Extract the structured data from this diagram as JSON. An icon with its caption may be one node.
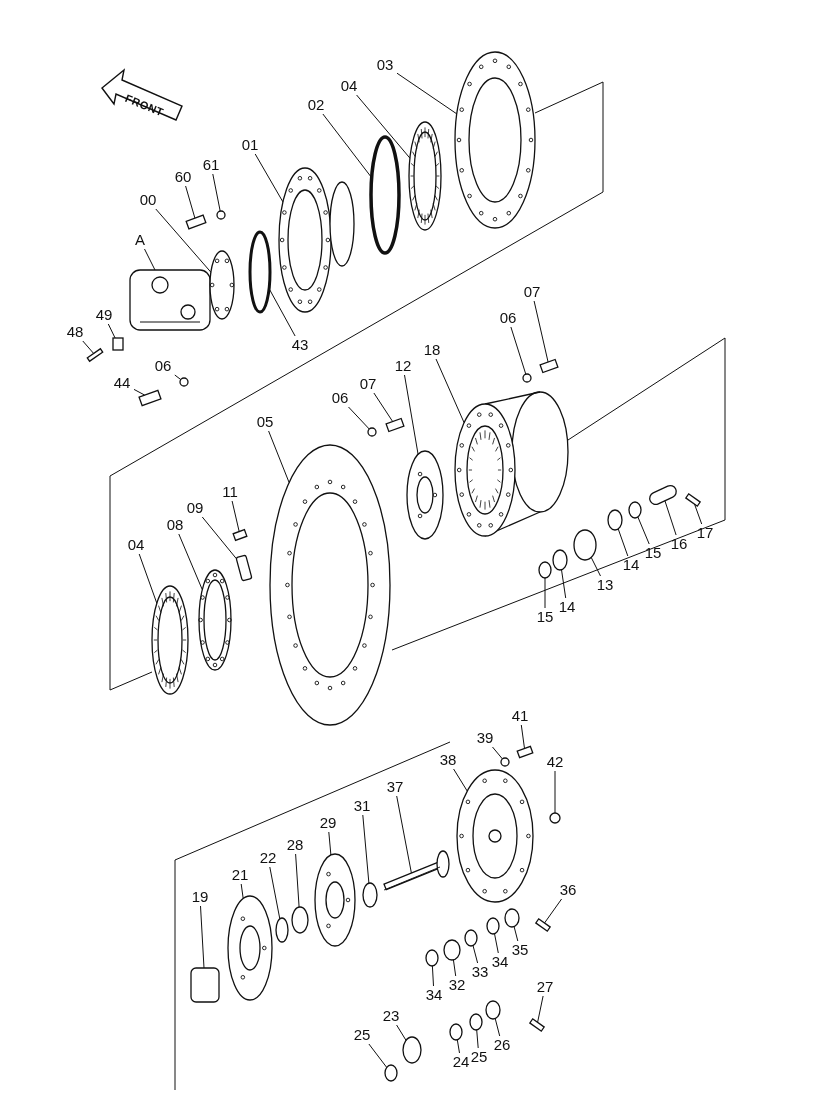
{
  "diagram": {
    "nodes": [
      {
        "text": [
          "00"
        ]
      },
      {
        "text": [
          "A"
        ]
      },
      {
        "text": [
          "60"
        ]
      },
      {
        "text": [
          "61"
        ]
      },
      {
        "text": [
          "01"
        ]
      },
      {
        "text": [
          "02"
        ]
      },
      {
        "text": [
          "04"
        ]
      },
      {
        "text": [
          "03"
        ]
      },
      {
        "text": [
          "43"
        ]
      },
      {
        "text": [
          "49"
        ]
      },
      {
        "text": [
          "48"
        ]
      },
      {
        "text": [
          "06"
        ]
      },
      {
        "text": [
          "44"
        ]
      },
      {
        "text": [
          "07"
        ]
      },
      {
        "text": [
          "06"
        ]
      },
      {
        "text": [
          "18"
        ]
      },
      {
        "text": [
          "12"
        ]
      },
      {
        "text": [
          "07"
        ]
      },
      {
        "text": [
          "06"
        ]
      },
      {
        "text": [
          "05"
        ]
      },
      {
        "text": [
          "11"
        ]
      },
      {
        "text": [
          "09"
        ]
      },
      {
        "text": [
          "08"
        ]
      },
      {
        "text": [
          "04"
        ]
      },
      {
        "text": [
          "17"
        ]
      },
      {
        "text": [
          "16"
        ]
      },
      {
        "text": [
          "15"
        ]
      },
      {
        "text": [
          "14"
        ]
      },
      {
        "text": [
          "13"
        ]
      },
      {
        "text": [
          "14"
        ]
      },
      {
        "text": [
          "15"
        ]
      },
      {
        "text": [
          "41"
        ]
      },
      {
        "text": [
          "39"
        ]
      },
      {
        "text": [
          "38"
        ]
      },
      {
        "text": [
          "42"
        ]
      },
      {
        "text": [
          "37"
        ]
      },
      {
        "text": [
          "31"
        ]
      },
      {
        "text": [
          "29"
        ]
      },
      {
        "text": [
          "28"
        ]
      },
      {
        "text": [
          "22"
        ]
      },
      {
        "text": [
          "21"
        ]
      },
      {
        "text": [
          "19"
        ]
      },
      {
        "text": [
          "36"
        ]
      },
      {
        "text": [
          "35"
        ]
      },
      {
        "text": [
          "34"
        ]
      },
      {
        "text": [
          "33"
        ]
      },
      {
        "text": [
          "32"
        ]
      },
      {
        "text": [
          "34"
        ]
      },
      {
        "text": [
          "27"
        ]
      },
      {
        "text": [
          "26"
        ]
      },
      {
        "text": [
          "25"
        ]
      },
      {
        "text": [
          "24"
        ]
      },
      {
        "text": [
          "23"
        ]
      },
      {
        "text": [
          "25"
        ]
      },
      {
        "text": [],
        "shape": "picture"
      },
      {
        "text": [],
        "shape": "picture"
      },
      {
        "text": [],
        "shape": "box"
      },
      {
        "text": [],
        "shape": "circle"
      },
      {
        "text": [],
        "shape": "picture"
      },
      {
        "text": [],
        "shape": "circle"
      },
      {
        "text": [],
        "shape": "picture"
      },
      {
        "text": [],
        "shape": "picture"
      },
      {
        "text": [],
        "shape": "circle"
      },
      {
        "text": [],
        "shape": "box"
      },
      {
        "text": [],
        "shape": "box"
      },
      {
        "text": [],
        "shape": "circle"
      },
      {
        "text": [],
        "shape": "box"
      },
      {
        "text": [],
        "shape": "box"
      },
      {
        "text": [],
        "shape": "circle"
      },
      {
        "text": [],
        "shape": "picture"
      },
      {
        "text": [],
        "shape": "picture"
      },
      {
        "text": [],
        "shape": "box"
      },
      {
        "text": [],
        "shape": "circle"
      },
      {
        "text": [],
        "shape": "picture"
      },
      {
        "text": [],
        "shape": "box"
      },
      {
        "text": [],
        "shape": "box"
      },
      {
        "text": [],
        "shape": "picture"
      },
      {
        "text": [],
        "shape": "picture"
      },
      {
        "text": [],
        "shape": "box"
      },
      {
        "text": [],
        "shape": "box"
      },
      {
        "text": [],
        "shape": "circle"
      },
      {
        "text": [],
        "shape": "circle"
      },
      {
        "text": [],
        "shape": "circle"
      },
      {
        "text": [],
        "shape": "circle"
      },
      {
        "text": [],
        "shape": "circle"
      },
      {
        "text": [],
        "shape": "box"
      },
      {
        "text": [],
        "shape": "circle"
      },
      {
        "text": [],
        "shape": "picture"
      },
      {
        "text": [],
        "shape": "circle"
      },
      {
        "text": [],
        "shape": "picture"
      },
      {
        "text": [],
        "shape": "circle"
      },
      {
        "text": [],
        "shape": "picture"
      },
      {
        "text": [],
        "shape": "circle"
      },
      {
        "text": [],
        "shape": "circle"
      },
      {
        "text": [],
        "shape": "picture"
      },
      {
        "text": [],
        "shape": "box"
      },
      {
        "text": [],
        "shape": "box"
      },
      {
        "text": [],
        "shape": "circle"
      },
      {
        "text": [],
        "shape": "circle"
      },
      {
        "text": [],
        "shape": "circle"
      },
      {
        "text": [],
        "shape": "circle"
      },
      {
        "text": [],
        "shape": "circle"
      },
      {
        "text": [],
        "shape": "box"
      },
      {
        "text": [],
        "shape": "circle"
      },
      {
        "text": [],
        "shape": "circle"
      },
      {
        "text": [],
        "shape": "circle"
      },
      {
        "text": [],
        "shape": "circle"
      },
      {
        "text": [],
        "shape": "circle"
      }
    ],
    "edges": [
      {
        "from": 0,
        "to": 54,
        "arrow": "none"
      },
      {
        "from": 1,
        "to": 55,
        "arrow": "none"
      },
      {
        "from": 2,
        "to": 56,
        "arrow": "none"
      },
      {
        "from": 3,
        "to": 57,
        "arrow": "none"
      },
      {
        "from": 4,
        "to": 58,
        "arrow": "none"
      },
      {
        "from": 5,
        "to": 59,
        "arrow": "none"
      },
      {
        "from": 6,
        "to": 60,
        "arrow": "none"
      },
      {
        "from": 7,
        "to": 61,
        "arrow": "none"
      },
      {
        "from": 8,
        "to": 62,
        "arrow": "none"
      },
      {
        "from": 9,
        "to": 63,
        "arrow": "none"
      },
      {
        "from": 10,
        "to": 64,
        "arrow": "none"
      },
      {
        "from": 11,
        "to": 65,
        "arrow": "none"
      },
      {
        "from": 12,
        "to": 66,
        "arrow": "none"
      },
      {
        "from": 13,
        "to": 67,
        "arrow": "none"
      },
      {
        "from": 14,
        "to": 68,
        "arrow": "none"
      },
      {
        "from": 15,
        "to": 69,
        "arrow": "none"
      },
      {
        "from": 16,
        "to": 70,
        "arrow": "none"
      },
      {
        "from": 17,
        "to": 71,
        "arrow": "none"
      },
      {
        "from": 18,
        "to": 72,
        "arrow": "none"
      },
      {
        "from": 19,
        "to": 73,
        "arrow": "none"
      },
      {
        "from": 20,
        "to": 74,
        "arrow": "none"
      },
      {
        "from": 21,
        "to": 75,
        "arrow": "none"
      },
      {
        "from": 22,
        "to": 76,
        "arrow": "none"
      },
      {
        "from": 23,
        "to": 77,
        "arrow": "none"
      },
      {
        "from": 24,
        "to": 78,
        "arrow": "none"
      },
      {
        "from": 25,
        "to": 79,
        "arrow": "none"
      },
      {
        "from": 26,
        "to": 80,
        "arrow": "none"
      },
      {
        "from": 27,
        "to": 81,
        "arrow": "none"
      },
      {
        "from": 28,
        "to": 82,
        "arrow": "none"
      },
      {
        "from": 29,
        "to": 83,
        "arrow": "none"
      },
      {
        "from": 30,
        "to": 84,
        "arrow": "none"
      },
      {
        "from": 31,
        "to": 85,
        "arrow": "none"
      },
      {
        "from": 32,
        "to": 86,
        "arrow": "none"
      },
      {
        "from": 33,
        "to": 87,
        "arrow": "none"
      },
      {
        "from": 34,
        "to": 88,
        "arrow": "none"
      },
      {
        "from": 35,
        "to": 89,
        "arrow": "none"
      },
      {
        "from": 36,
        "to": 90,
        "arrow": "none"
      },
      {
        "from": 37,
        "to": 91,
        "arrow": "none"
      },
      {
        "from": 38,
        "to": 92,
        "arrow": "none"
      },
      {
        "from": 39,
        "to": 93,
        "arrow": "none"
      },
      {
        "from": 40,
        "to": 94,
        "arrow": "none"
      },
      {
        "from": 41,
        "to": 95,
        "arrow": "none"
      },
      {
        "from": 42,
        "to": 96,
        "arrow": "none"
      },
      {
        "from": 43,
        "to": 97,
        "arrow": "none"
      },
      {
        "from": 44,
        "to": 98,
        "arrow": "none"
      },
      {
        "from": 45,
        "to": 99,
        "arrow": "none"
      },
      {
        "from": 46,
        "to": 100,
        "arrow": "none"
      },
      {
        "from": 47,
        "to": 101,
        "arrow": "none"
      },
      {
        "from": 48,
        "to": 102,
        "arrow": "none"
      },
      {
        "from": 49,
        "to": 103,
        "arrow": "none"
      },
      {
        "from": 50,
        "to": 104,
        "arrow": "none"
      },
      {
        "from": 51,
        "to": 105,
        "arrow": "none"
      },
      {
        "from": 52,
        "to": 106,
        "arrow": "none"
      },
      {
        "from": 53,
        "to": 107,
        "arrow": "none"
      }
    ],
    "labels": [
      "FRONT"
    ]
  }
}
